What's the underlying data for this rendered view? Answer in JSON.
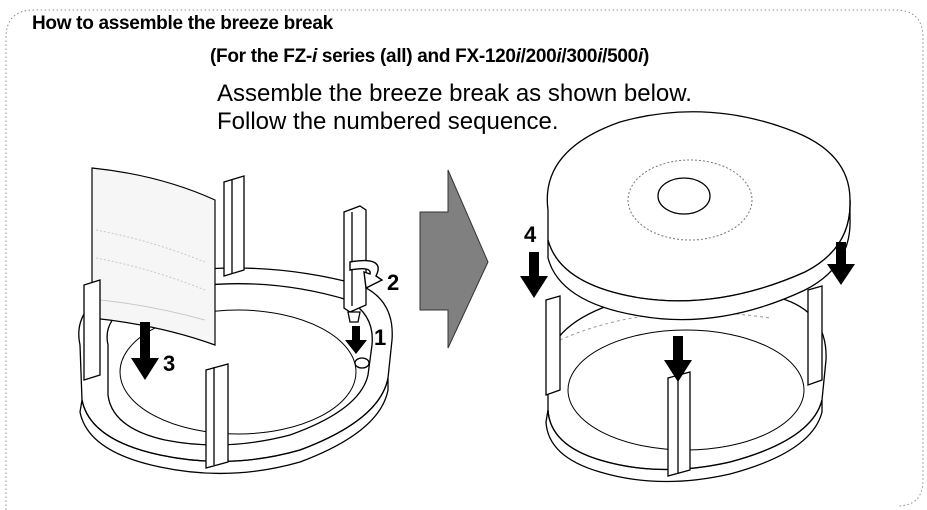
{
  "heading": {
    "title": "How to assemble the breeze break",
    "subtitle_parts": [
      "(For the FZ-",
      "i",
      " series (all) and FX-120",
      "i",
      "/200",
      "i",
      "/300",
      "i",
      "/500",
      "i",
      ")"
    ],
    "line1": "Assemble the breeze break as shown below.",
    "line2": "Follow the numbered sequence."
  },
  "steps": {
    "step1": "1",
    "step2": "2",
    "step3": "3",
    "step4": "4"
  },
  "colors": {
    "outline": "#000000",
    "big_arrow": "#808080",
    "glass_stripe": "#c8c8c8",
    "frame_dots": "#8c8c8c"
  },
  "icons": {
    "transition": "right-arrow-icon",
    "insert": "down-arrow-icon",
    "rotate": "rotate-arrow-icon"
  }
}
